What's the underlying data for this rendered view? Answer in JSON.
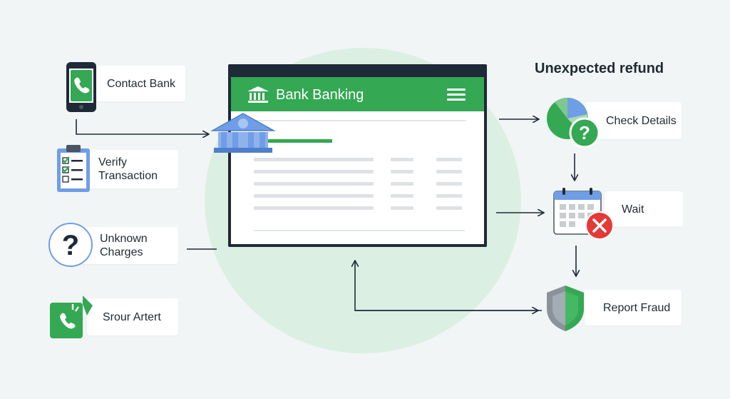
{
  "left_items": [
    {
      "label": "Contact Bank",
      "icon": "phone-icon"
    },
    {
      "label": "Verify Transaction",
      "icon": "clipboard-checklist-icon"
    },
    {
      "label": "Unknown Charges",
      "icon": "question-circle-icon"
    },
    {
      "label": "Srour Artert",
      "icon": "phone-alert-icon"
    }
  ],
  "window": {
    "title": "Bank Banking",
    "logo_icon": "bank-building-icon",
    "menu_icon": "hamburger-menu-icon"
  },
  "right_heading": "Unexpected refund",
  "right_items": [
    {
      "label": "Check Details",
      "icon": "pie-chart-question-icon"
    },
    {
      "label": "Wait",
      "icon": "calendar-x-icon"
    },
    {
      "label": "Report Fraud",
      "icon": "shield-icon"
    }
  ],
  "colors": {
    "accent_green": "#34a853",
    "dark_navy": "#1e2a38",
    "bank_blue": "#6f9ee6",
    "alert_red": "#e53935",
    "background": "#f1f5f5"
  }
}
